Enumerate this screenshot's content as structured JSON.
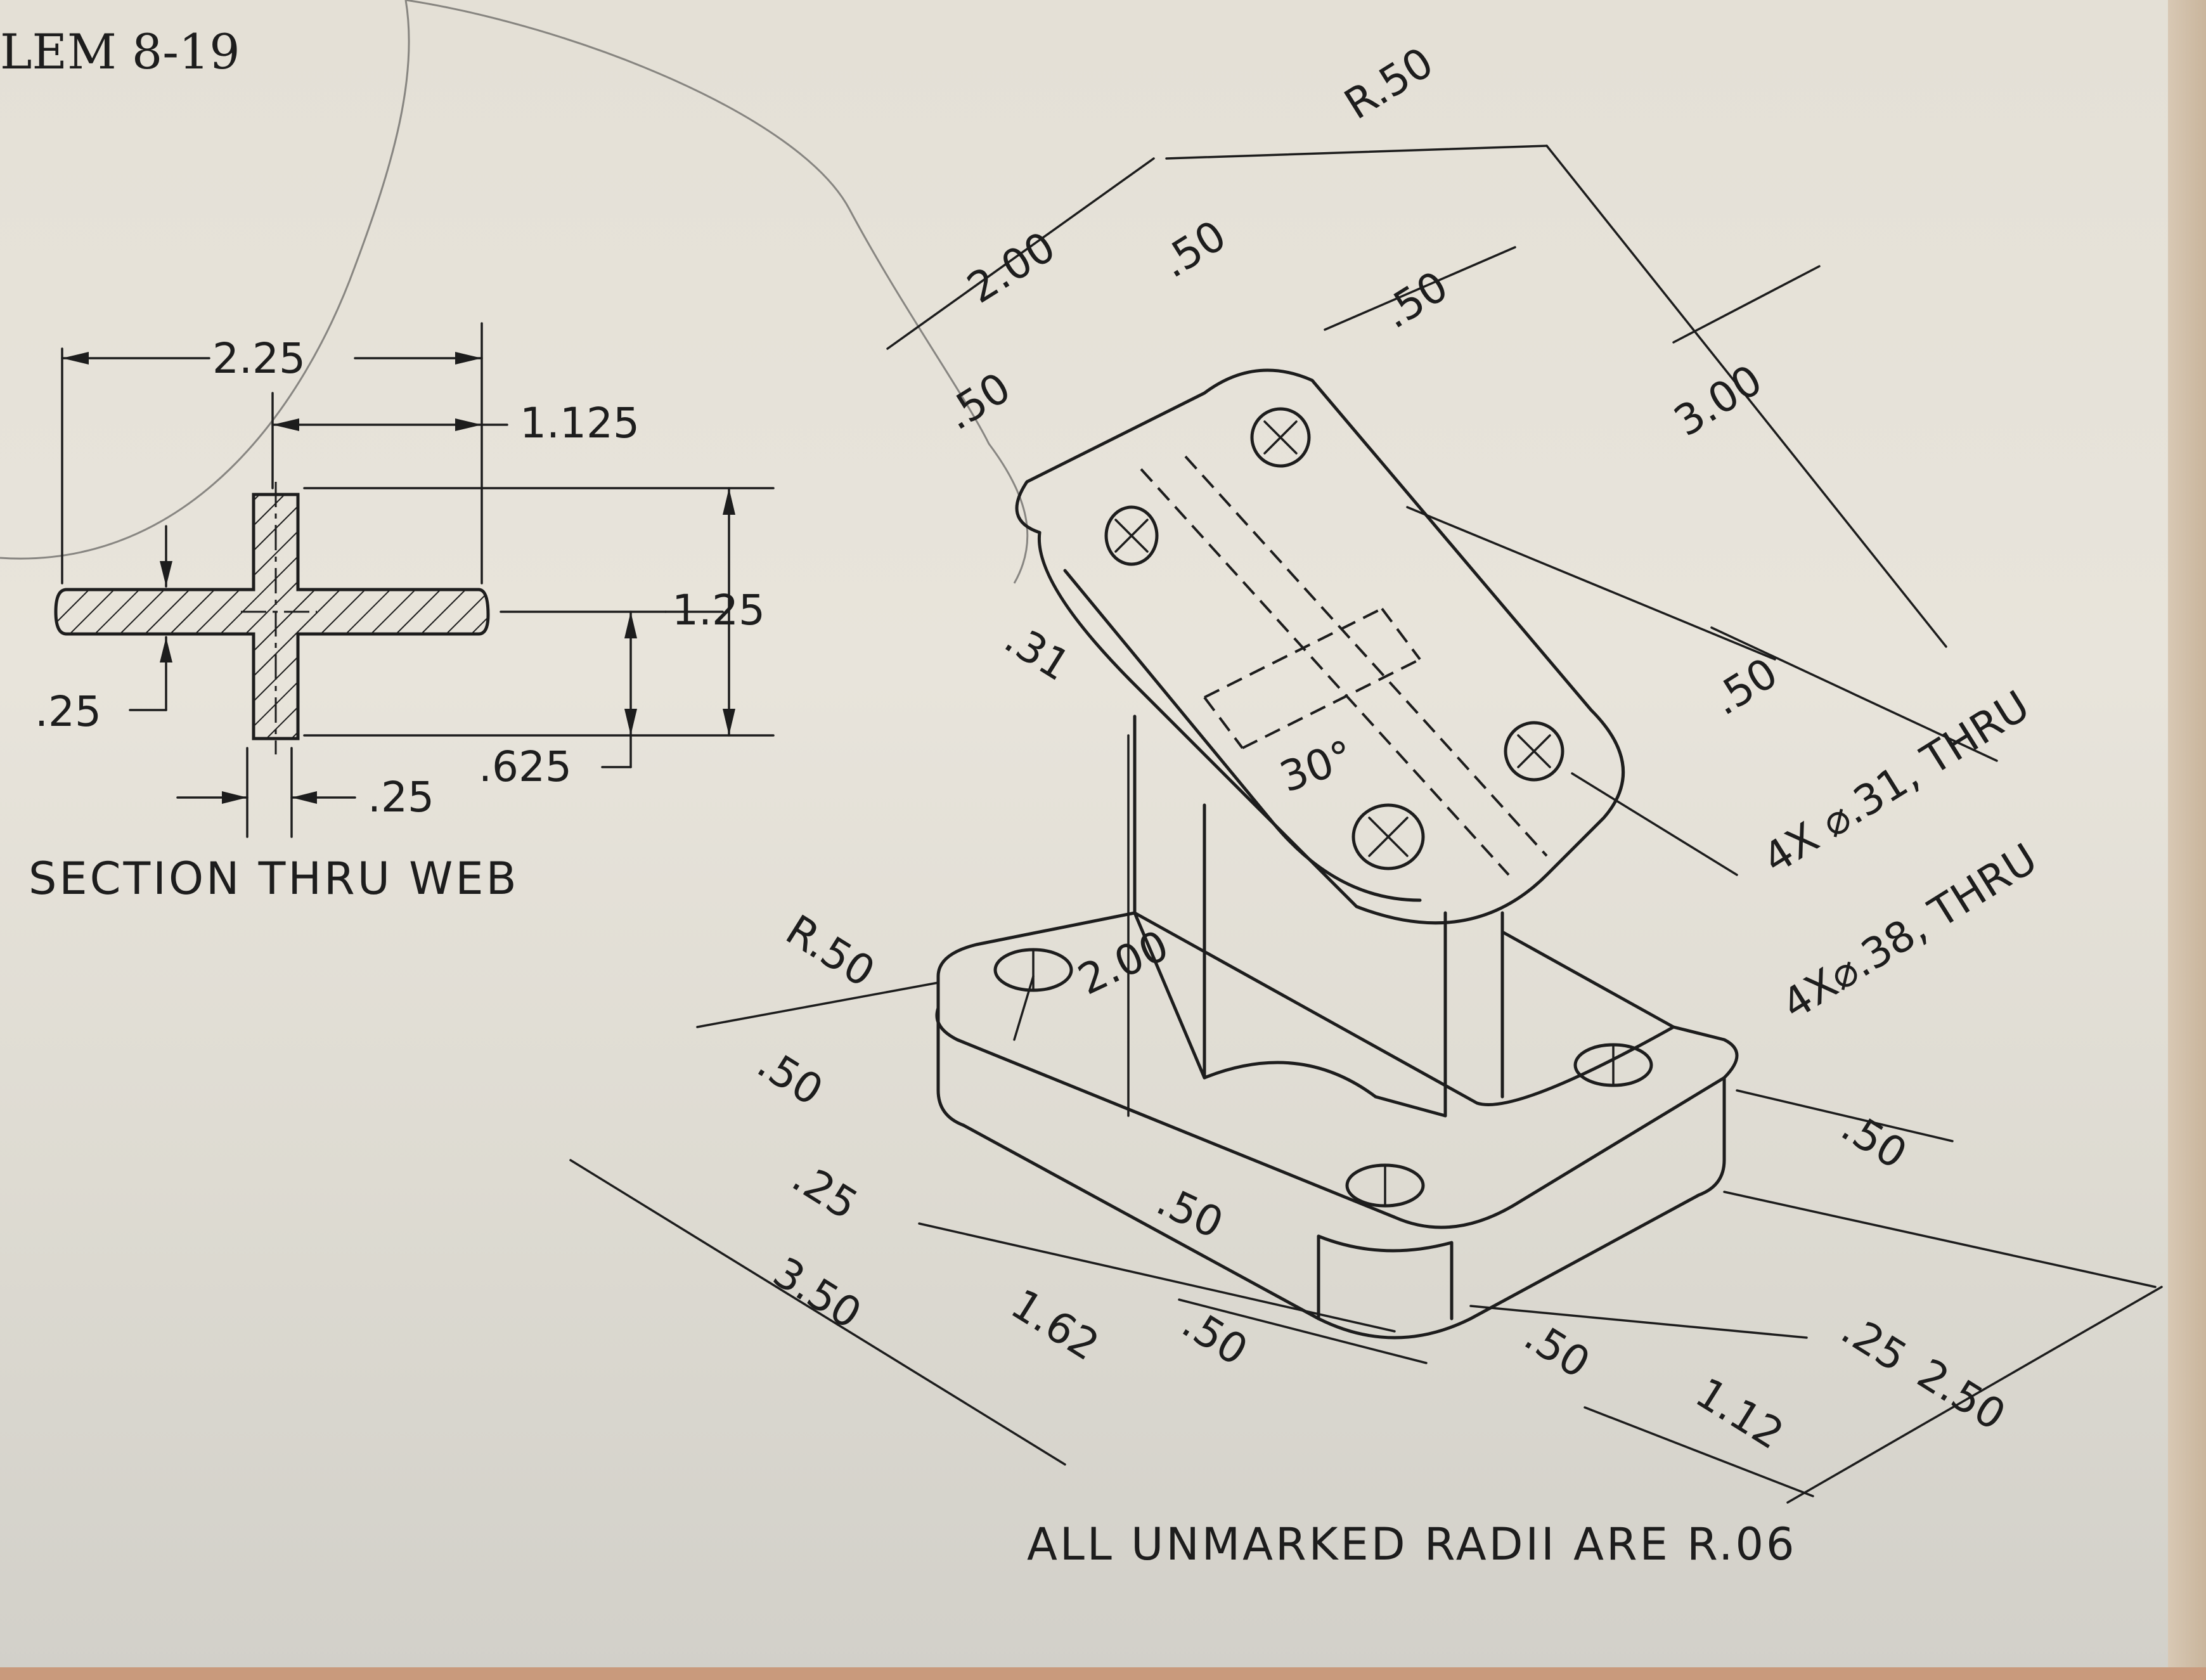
{
  "title": "LEM 8-19",
  "section": {
    "caption": "SECTION THRU WEB",
    "dims": {
      "overall_width": "2.25",
      "half_width": "1.125",
      "height": "1.25",
      "half_height": ".625",
      "flange_thk": ".25",
      "web_thk": ".25"
    }
  },
  "iso": {
    "dims": {
      "top_width": "2.00",
      "top_slot": ".50",
      "top_edge_left": ".50",
      "top_radius": "R.50",
      "top_hole_offset": ".50",
      "top_length": "3.00",
      "top_hole_bottom": ".50",
      "top_holes_note": "4X ⌀.31, THRU",
      "top_thk": ".31",
      "angle": "30°",
      "web_height": "2.00",
      "base_radius": "R.50",
      "base_holes_note": "4X⌀.38, THRU",
      "base_left_edge": ".50",
      "base_web_offset": ".25",
      "base_height": ".50",
      "base_length": "3.50",
      "base_half": "1.62",
      "base_front_edge": ".50",
      "base_right_a": ".50",
      "base_right_b": ".25",
      "base_right_c": "1.12",
      "base_width": "2.50",
      "base_right_top": ".50"
    },
    "note": "ALL UNMARKED RADII ARE R.06"
  }
}
